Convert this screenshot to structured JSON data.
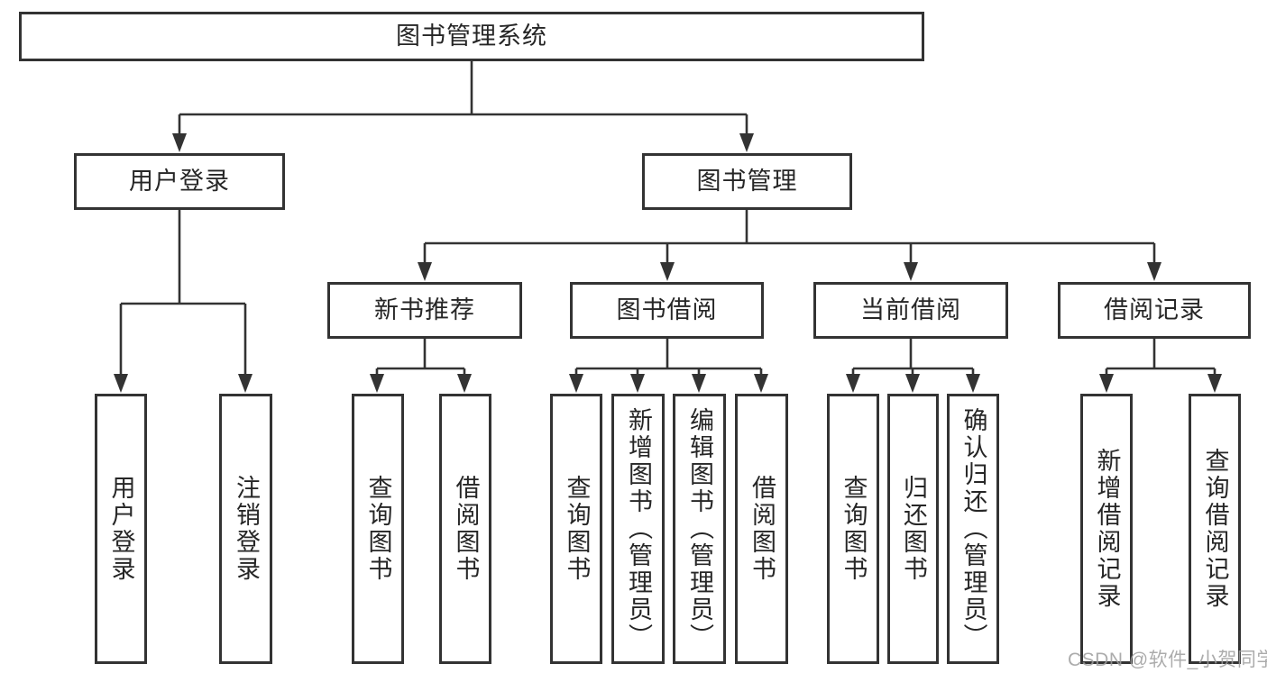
{
  "diagram_title": "图书管理系统",
  "colors": {
    "line": "#333333",
    "box_border": "#333333",
    "text": "#262626",
    "background": "#ffffff",
    "watermark": "#9e9e9e"
  },
  "tree": {
    "root": {
      "label": "图书管理系统"
    },
    "login": {
      "label": "用户登录",
      "children": [
        {
          "label": "用户登录"
        },
        {
          "label": "注销登录"
        }
      ]
    },
    "management": {
      "label": "图书管理",
      "modules": [
        {
          "label": "新书推荐",
          "children": [
            {
              "label": "查询图书"
            },
            {
              "label": "借阅图书"
            }
          ]
        },
        {
          "label": "图书借阅",
          "children": [
            {
              "label": "查询图书"
            },
            {
              "label": "新增图书（管理员）"
            },
            {
              "label": "编辑图书（管理员）"
            },
            {
              "label": "借阅图书"
            }
          ]
        },
        {
          "label": "当前借阅",
          "children": [
            {
              "label": "查询图书"
            },
            {
              "label": "归还图书"
            },
            {
              "label": "确认归还（管理员）"
            }
          ]
        },
        {
          "label": "借阅记录",
          "children": [
            {
              "label": "新增借阅记录"
            },
            {
              "label": "查询借阅记录"
            }
          ]
        }
      ]
    }
  },
  "watermark": "CSDN @软件_小贺同学"
}
